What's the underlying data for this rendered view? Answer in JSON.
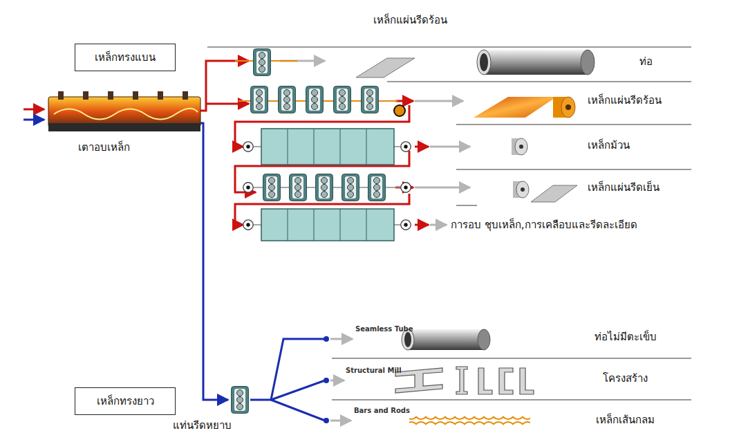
{
  "diagram": {
    "nodes": [
      {
        "text": [
          "เหล็กทรงแบน"
        ]
      },
      {
        "text": [
          "เหล็กทรงยาว"
        ]
      }
    ],
    "labels": [
      "เหล็กแผ่นรีดร้อน",
      "เตาอบเหล็ก",
      "ท่อ",
      "เหล็กแผ่นรีดร้อน",
      "เหล็กม้วน",
      "เหล็กแผ่นรีดเย็น",
      "การอบ ชุบเหล็ก,การเคลือบและรีดละเอียด",
      "Seamless Tube",
      "ท่อไม่มีตะเข็บ",
      "Structural Mill",
      "โครงสร้าง",
      "Bars and Rods",
      "เหล็กเส้นกลม",
      "แท่นรีดหยาบ"
    ]
  }
}
